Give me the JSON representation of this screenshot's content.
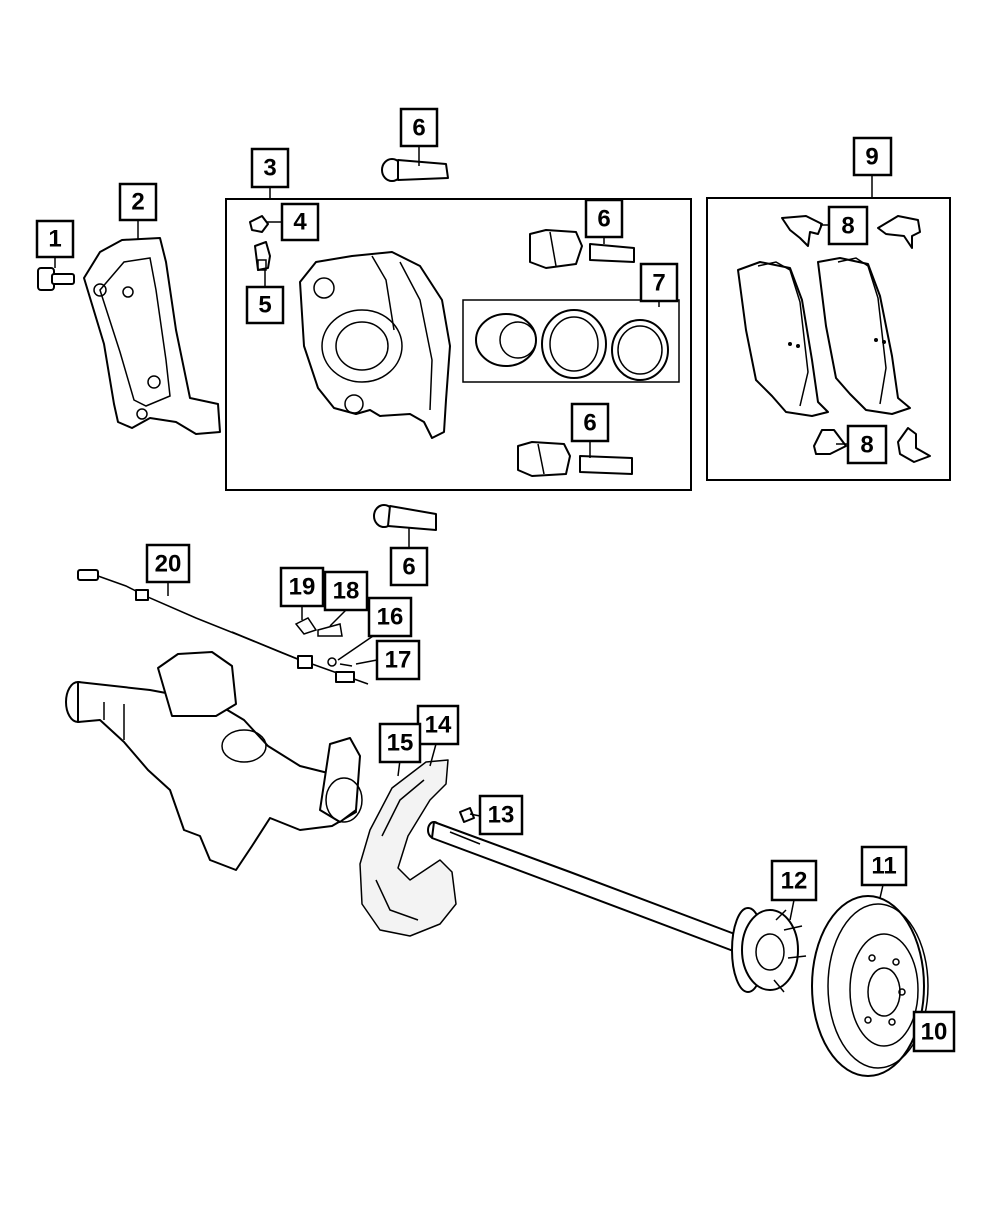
{
  "callouts": [
    {
      "id": "c1",
      "label": "1"
    },
    {
      "id": "c2",
      "label": "2"
    },
    {
      "id": "c3",
      "label": "3"
    },
    {
      "id": "c4",
      "label": "4"
    },
    {
      "id": "c5",
      "label": "5"
    },
    {
      "id": "c6a",
      "label": "6"
    },
    {
      "id": "c6b",
      "label": "6"
    },
    {
      "id": "c6c",
      "label": "6"
    },
    {
      "id": "c6d",
      "label": "6"
    },
    {
      "id": "c7",
      "label": "7"
    },
    {
      "id": "c8a",
      "label": "8"
    },
    {
      "id": "c8b",
      "label": "8"
    },
    {
      "id": "c9",
      "label": "9"
    },
    {
      "id": "c10",
      "label": "10"
    },
    {
      "id": "c11",
      "label": "11"
    },
    {
      "id": "c12",
      "label": "12"
    },
    {
      "id": "c13",
      "label": "13"
    },
    {
      "id": "c14",
      "label": "14"
    },
    {
      "id": "c15",
      "label": "15"
    },
    {
      "id": "c16",
      "label": "16"
    },
    {
      "id": "c17",
      "label": "17"
    },
    {
      "id": "c18",
      "label": "18"
    },
    {
      "id": "c19",
      "label": "19"
    },
    {
      "id": "c20",
      "label": "20"
    }
  ]
}
